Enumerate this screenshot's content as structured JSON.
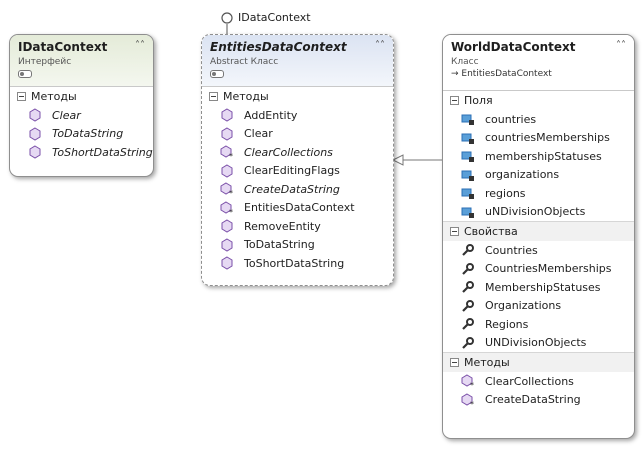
{
  "lollipop": {
    "label": "IDataContext"
  },
  "classes": [
    {
      "title": "IDataContext",
      "stereotype": "Интерфейс",
      "sections": [
        {
          "title": "Методы",
          "items": [
            {
              "label": "Clear",
              "icon": "method-icon",
              "italic": true
            },
            {
              "label": "ToDataString",
              "icon": "method-icon",
              "italic": true
            },
            {
              "label": "ToShortDataString",
              "icon": "method-icon",
              "italic": true
            }
          ]
        }
      ]
    },
    {
      "title": "EntitiesDataContext",
      "stereotype": "Abstract Класс",
      "sections": [
        {
          "title": "Методы",
          "items": [
            {
              "label": "AddEntity",
              "icon": "method-icon",
              "italic": false
            },
            {
              "label": "Clear",
              "icon": "method-icon",
              "italic": false
            },
            {
              "label": "ClearCollections",
              "icon": "protected-method-icon",
              "italic": true
            },
            {
              "label": "ClearEditingFlags",
              "icon": "method-icon",
              "italic": false
            },
            {
              "label": "CreateDataString",
              "icon": "protected-method-icon",
              "italic": true
            },
            {
              "label": "EntitiesDataContext",
              "icon": "protected-method-icon",
              "italic": false
            },
            {
              "label": "RemoveEntity",
              "icon": "method-icon",
              "italic": false
            },
            {
              "label": "ToDataString",
              "icon": "method-icon",
              "italic": false
            },
            {
              "label": "ToShortDataString",
              "icon": "method-icon",
              "italic": false
            }
          ]
        }
      ]
    },
    {
      "title": "WorldDataContext",
      "stereotype": "Класс",
      "base": "→ EntitiesDataContext",
      "sections": [
        {
          "title": "Поля",
          "items": [
            {
              "label": "countries",
              "icon": "private-field-icon"
            },
            {
              "label": "countriesMemberships",
              "icon": "private-field-icon"
            },
            {
              "label": "membershipStatuses",
              "icon": "private-field-icon"
            },
            {
              "label": "organizations",
              "icon": "private-field-icon"
            },
            {
              "label": "regions",
              "icon": "private-field-icon"
            },
            {
              "label": "uNDivisionObjects",
              "icon": "private-field-icon"
            }
          ]
        },
        {
          "title": "Свойства",
          "items": [
            {
              "label": "Countries",
              "icon": "property-icon"
            },
            {
              "label": "CountriesMemberships",
              "icon": "property-icon"
            },
            {
              "label": "MembershipStatuses",
              "icon": "property-icon"
            },
            {
              "label": "Organizations",
              "icon": "property-icon"
            },
            {
              "label": "Regions",
              "icon": "property-icon"
            },
            {
              "label": "UNDivisionObjects",
              "icon": "property-icon"
            }
          ]
        },
        {
          "title": "Методы",
          "items": [
            {
              "label": "ClearCollections",
              "icon": "protected-method-icon"
            },
            {
              "label": "CreateDataString",
              "icon": "protected-method-icon"
            }
          ]
        }
      ]
    }
  ],
  "colors": {
    "method": "#7a4fa8",
    "field": "#2b6fb5",
    "property": "#333333",
    "border": "#8f8f8f"
  }
}
